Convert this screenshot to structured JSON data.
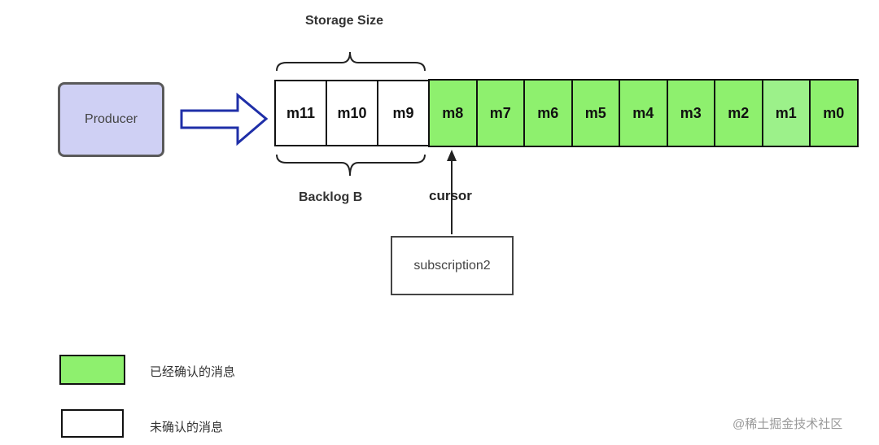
{
  "producer": {
    "label": "Producer"
  },
  "storage_size": {
    "label": "Storage Size"
  },
  "backlog": {
    "label": "Backlog B"
  },
  "queue": {
    "cells": [
      {
        "label": "m11",
        "state": "unacked"
      },
      {
        "label": "m10",
        "state": "unacked"
      },
      {
        "label": "m9",
        "state": "unacked"
      },
      {
        "label": "m8",
        "state": "acked"
      },
      {
        "label": "m7",
        "state": "acked"
      },
      {
        "label": "m6",
        "state": "acked"
      },
      {
        "label": "m5",
        "state": "acked"
      },
      {
        "label": "m4",
        "state": "acked"
      },
      {
        "label": "m3",
        "state": "acked"
      },
      {
        "label": "m2",
        "state": "acked"
      },
      {
        "label": "m1",
        "state": "acked"
      },
      {
        "label": "m0",
        "state": "acked"
      }
    ]
  },
  "cursor": {
    "label": "cursor"
  },
  "subscription": {
    "label": "subscription2"
  },
  "legend": {
    "acked_label": "已经确认的消息",
    "unacked_label": "未确认的消息"
  },
  "watermark": {
    "label": "@稀土掘金技术社区"
  },
  "colors": {
    "acked": "#8ef06e",
    "unacked": "#ffffff",
    "producer_fill": "#cfd0f4",
    "flow_arrow": "#1f2fa8"
  }
}
